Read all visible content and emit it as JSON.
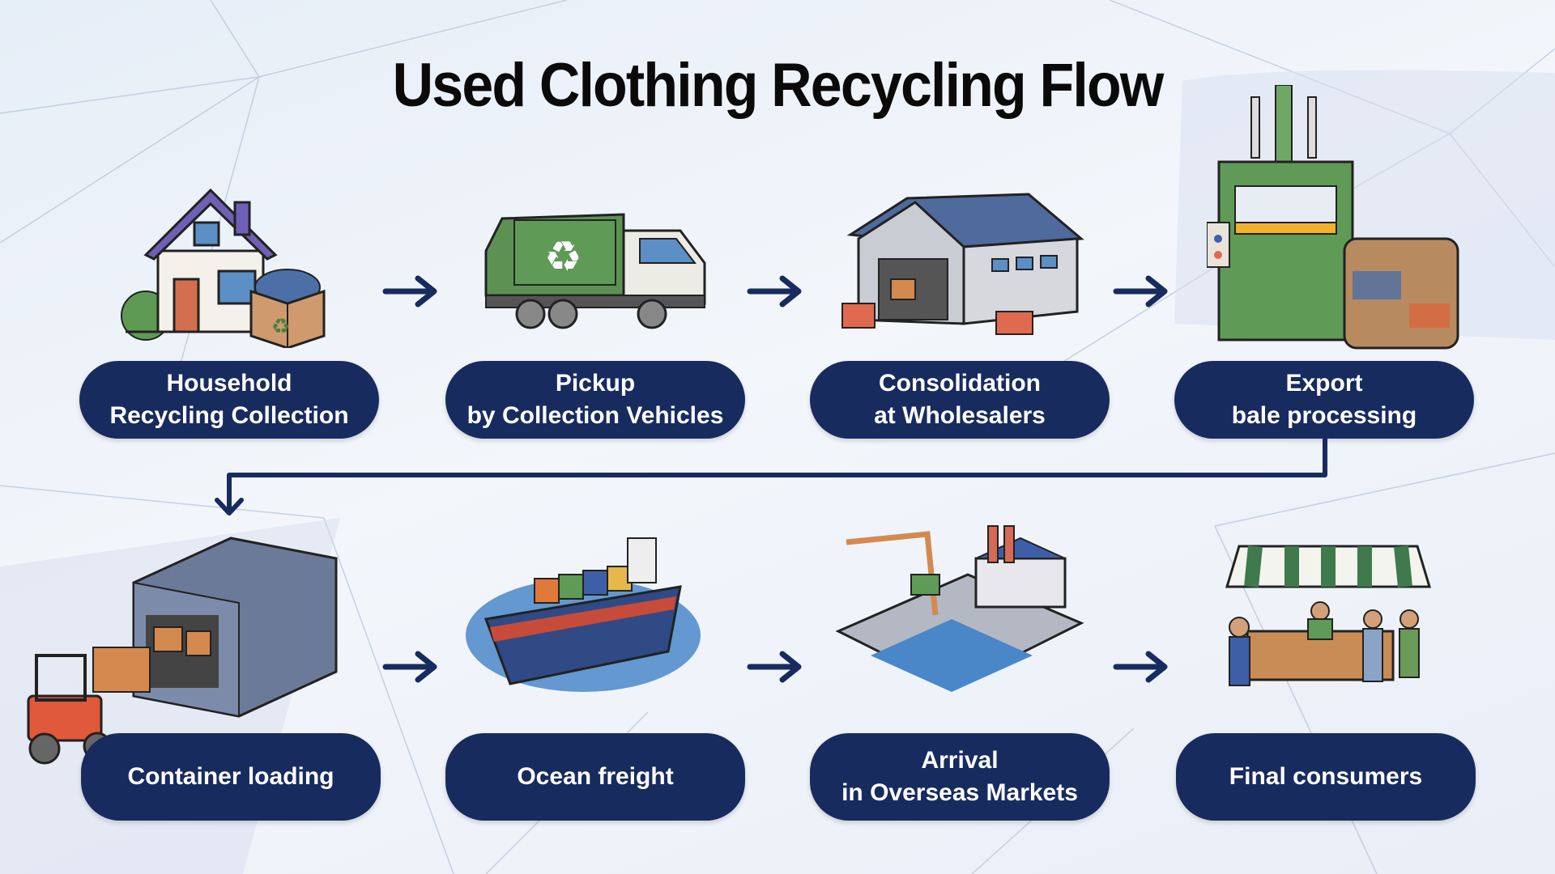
{
  "title": "Used Clothing Recycling Flow",
  "colors": {
    "pill": "#172b5e",
    "arrow": "#172b5e",
    "title": "#0a0a0a"
  },
  "steps_row1": [
    {
      "line1": "Household",
      "line2": "Recycling Collection",
      "icon": "house-with-box-icon"
    },
    {
      "line1": "Pickup",
      "line2": "by Collection Vehicles",
      "icon": "recycling-truck-icon"
    },
    {
      "line1": "Consolidation",
      "line2": "at Wholesalers",
      "icon": "warehouse-icon"
    },
    {
      "line1": "Export",
      "line2": "bale processing",
      "icon": "baling-press-icon"
    }
  ],
  "steps_row2": [
    {
      "line1": "Container loading",
      "icon": "container-forklift-icon"
    },
    {
      "line1": "Ocean freight",
      "icon": "cargo-ship-icon"
    },
    {
      "line1": "Arrival",
      "line2": "in Overseas Markets",
      "icon": "port-icon"
    },
    {
      "line1": "Final consumers",
      "icon": "market-stall-icon"
    }
  ]
}
